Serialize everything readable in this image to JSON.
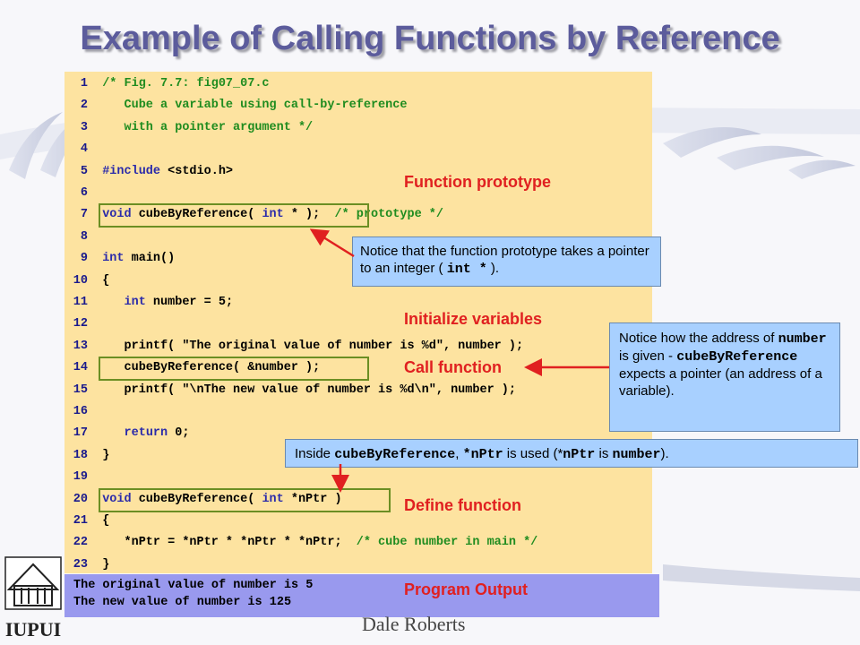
{
  "title": "Example of Calling Functions by Reference",
  "code_lines": [
    {
      "n": "1",
      "segs": [
        {
          "t": "/* Fig. 7.7: fig07_07.c",
          "c": "cm"
        }
      ]
    },
    {
      "n": "2",
      "segs": [
        {
          "t": "   Cube a variable using call-by-reference",
          "c": "cm"
        }
      ]
    },
    {
      "n": "3",
      "segs": [
        {
          "t": "   with a pointer argument */",
          "c": "cm"
        }
      ]
    },
    {
      "n": "4",
      "segs": []
    },
    {
      "n": "5",
      "segs": [
        {
          "t": "#include ",
          "c": "kw"
        },
        {
          "t": "<stdio.h>",
          "c": "pl"
        }
      ]
    },
    {
      "n": "6",
      "segs": []
    },
    {
      "n": "7",
      "segs": [
        {
          "t": "void",
          "c": "kw"
        },
        {
          "t": " cubeByReference( ",
          "c": "pl"
        },
        {
          "t": "int",
          "c": "kw"
        },
        {
          "t": " * );  ",
          "c": "pl"
        },
        {
          "t": "/* prototype */",
          "c": "cm"
        }
      ]
    },
    {
      "n": "8",
      "segs": []
    },
    {
      "n": "9",
      "segs": [
        {
          "t": "int",
          "c": "kw"
        },
        {
          "t": " main()",
          "c": "pl"
        }
      ]
    },
    {
      "n": "10",
      "segs": [
        {
          "t": "{",
          "c": "pl"
        }
      ]
    },
    {
      "n": "11",
      "segs": [
        {
          "t": "   ",
          "c": "pl"
        },
        {
          "t": "int",
          "c": "kw"
        },
        {
          "t": " number = 5;",
          "c": "pl"
        }
      ]
    },
    {
      "n": "12",
      "segs": []
    },
    {
      "n": "13",
      "segs": [
        {
          "t": "   printf( \"The original value of number is %d\", number );",
          "c": "pl"
        }
      ]
    },
    {
      "n": "14",
      "segs": [
        {
          "t": "   cubeByReference( &number );",
          "c": "pl"
        }
      ]
    },
    {
      "n": "15",
      "segs": [
        {
          "t": "   printf( \"\\nThe new value of number is %d\\n\", number );",
          "c": "pl"
        }
      ]
    },
    {
      "n": "16",
      "segs": []
    },
    {
      "n": "17",
      "segs": [
        {
          "t": "   ",
          "c": "pl"
        },
        {
          "t": "return",
          "c": "kw"
        },
        {
          "t": " 0;",
          "c": "pl"
        }
      ]
    },
    {
      "n": "18",
      "segs": [
        {
          "t": "}",
          "c": "pl"
        }
      ]
    },
    {
      "n": "19",
      "segs": []
    },
    {
      "n": "20",
      "segs": [
        {
          "t": "void",
          "c": "kw"
        },
        {
          "t": " cubeByReference( ",
          "c": "pl"
        },
        {
          "t": "int",
          "c": "kw"
        },
        {
          "t": " *nPtr )",
          "c": "pl"
        }
      ]
    },
    {
      "n": "21",
      "segs": [
        {
          "t": "{",
          "c": "pl"
        }
      ]
    },
    {
      "n": "22",
      "segs": [
        {
          "t": "   *nPtr = *nPtr * *nPtr * *nPtr;  ",
          "c": "pl"
        },
        {
          "t": "/* cube number in main */",
          "c": "cm"
        }
      ]
    },
    {
      "n": "23",
      "segs": [
        {
          "t": "}",
          "c": "pl"
        }
      ]
    }
  ],
  "output_lines": [
    "The original value of number is 5",
    "The new value of number is 125"
  ],
  "labels": {
    "function_prototype": "Function prototype",
    "initialize_variables": "Initialize variables",
    "call_function": "Call function",
    "define_function": "Define function",
    "program_output": "Program Output"
  },
  "callout_prototype": {
    "text1": "Notice that the function prototype takes a pointer to an integer ( ",
    "code": "int *",
    "text2": " )."
  },
  "callout_address": {
    "t1": "Notice how the address of ",
    "c1": "number",
    "t2": " is given - ",
    "c2": "cubeByReference",
    "t3": " expects a pointer (an address of a variable)."
  },
  "callout_inside": {
    "t1": "Inside ",
    "c1": "cubeByReference",
    "t2": ", ",
    "c2": "*nPtr",
    "t3": " is used (*",
    "c3": "nPtr",
    "t4": " is ",
    "c4": "number",
    "t5": ")."
  },
  "author": "Dale Roberts",
  "logo_text": "IUPUI",
  "colors": {
    "code_bg": "#fde3a0",
    "output_bg": "#9999ee",
    "callout_bg": "#a8d0ff",
    "label_red": "#e02020",
    "title": "#5c5c9c",
    "comment_green": "#1f8c1f",
    "keyword_blue": "#2a2aaa",
    "box_green": "#6b8e23"
  }
}
